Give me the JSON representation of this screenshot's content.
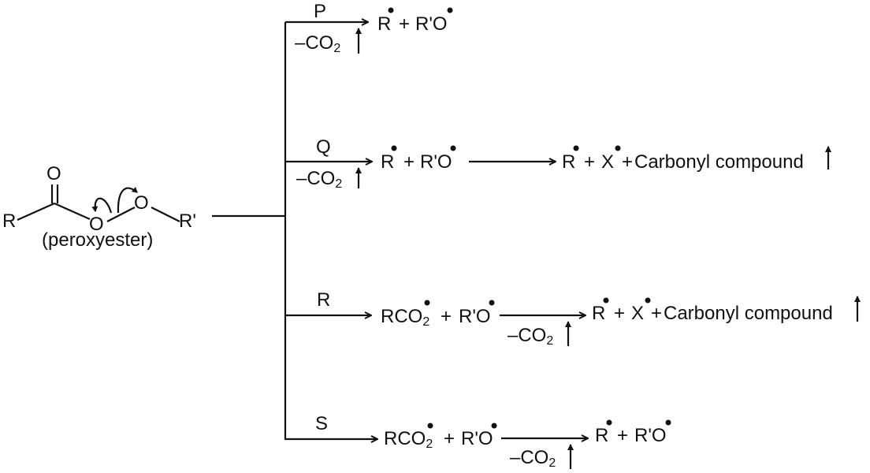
{
  "peroxyester": {
    "carbonyl_o": "O",
    "r_left": "R",
    "o1": "O",
    "o2": "O",
    "r_right": "R'",
    "caption": "(peroxyester)"
  },
  "pathways": [
    {
      "label": "P",
      "co2": {
        "text": "–CO",
        "sub": "2"
      },
      "products": {
        "r": "R",
        "plus": "+",
        "ro": "R'O"
      }
    },
    {
      "label": "Q",
      "co2": {
        "text": "–CO",
        "sub": "2"
      },
      "products": {
        "r": "R",
        "plus": "+",
        "ro": "R'O"
      },
      "final": {
        "r": "R",
        "plus1": "+",
        "x": "X",
        "plus2": "+",
        "carbonyl": "Carbonyl compound"
      }
    },
    {
      "label": "R",
      "intermediate": {
        "rco": "RCO",
        "sub": "2",
        "plus": "+",
        "ro": "R'O"
      },
      "co2": {
        "text": "–CO",
        "sub": "2"
      },
      "final": {
        "r": "R",
        "plus1": "+",
        "x": "X",
        "plus2": "+",
        "carbonyl": "Carbonyl compound"
      }
    },
    {
      "label": "S",
      "intermediate": {
        "rco": "RCO",
        "sub": "2",
        "plus": "+",
        "ro": "R'O"
      },
      "co2": {
        "text": "–CO",
        "sub": "2"
      },
      "final": {
        "r": "R",
        "plus": "+",
        "ro": "R'O"
      }
    }
  ]
}
